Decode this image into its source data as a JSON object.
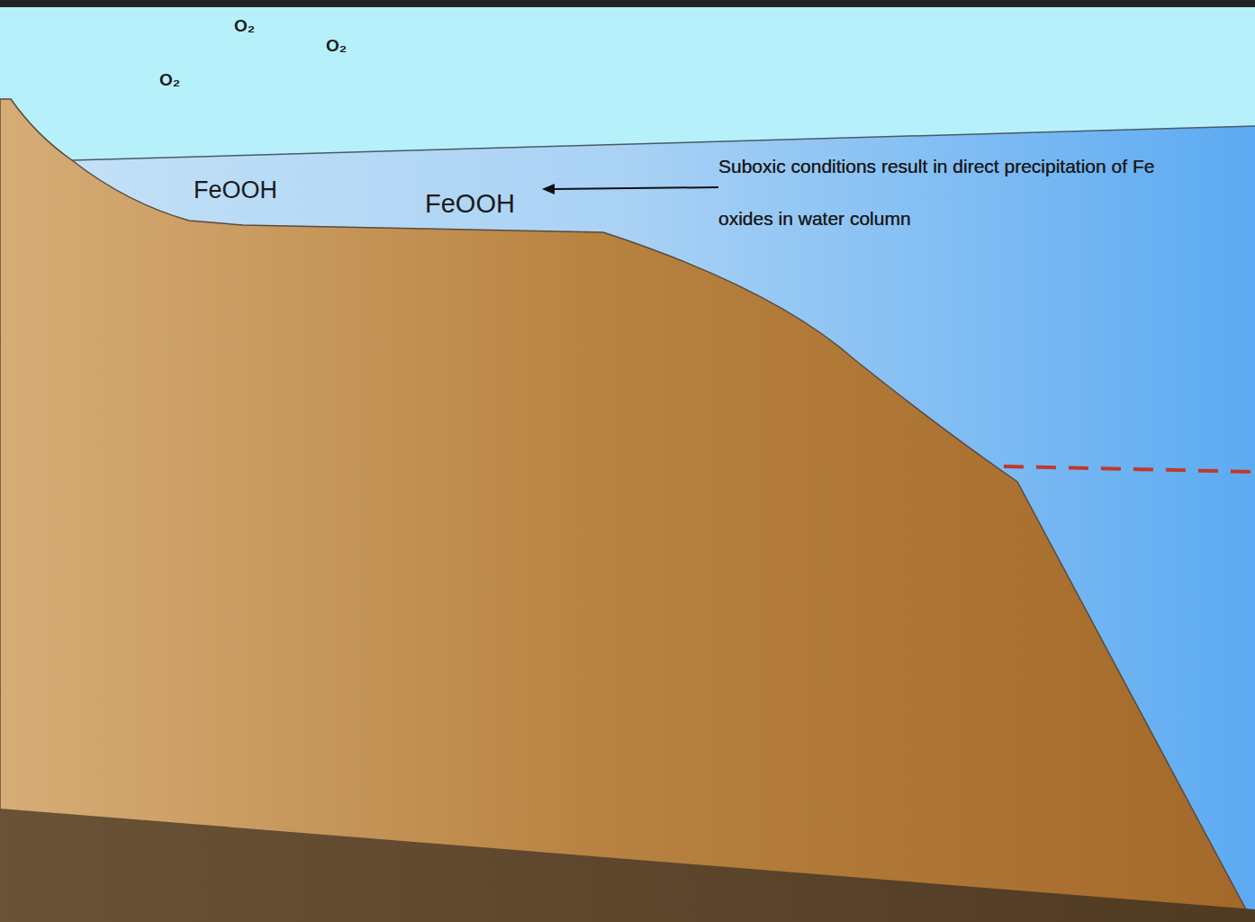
{
  "diagram": {
    "labels": [
      "O₂",
      "O₂",
      "O₂",
      "FeOOH",
      "FeOOH",
      "Suboxic conditions result in direct precipitation of Fe oxides in water column"
    ]
  }
}
